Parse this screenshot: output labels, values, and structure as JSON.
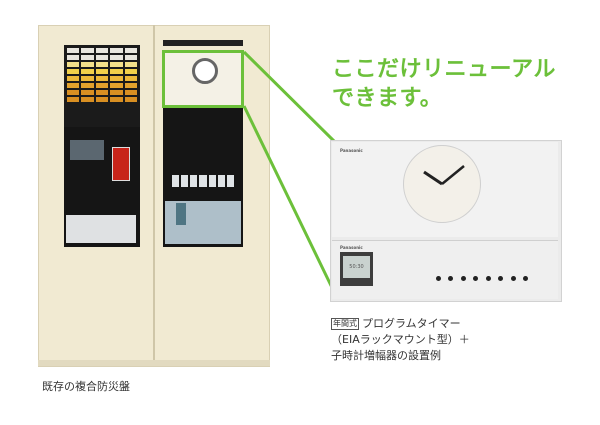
{
  "headline": {
    "line1": "ここだけリニューアル",
    "line2": "できます。",
    "color": "#6cc03a"
  },
  "existing_panel": {
    "caption": "既存の複合防災盤",
    "highlight_color": "#6cc03a"
  },
  "product": {
    "brand_top": "Panasonic",
    "brand_bottom": "Panasonic",
    "lcd_text": "50:30",
    "caption": {
      "badge": "年間式",
      "line1": "プログラムタイマー",
      "line2": "（EIAラックマウント型）＋",
      "line3": "子時計増幅器の設置例"
    }
  }
}
